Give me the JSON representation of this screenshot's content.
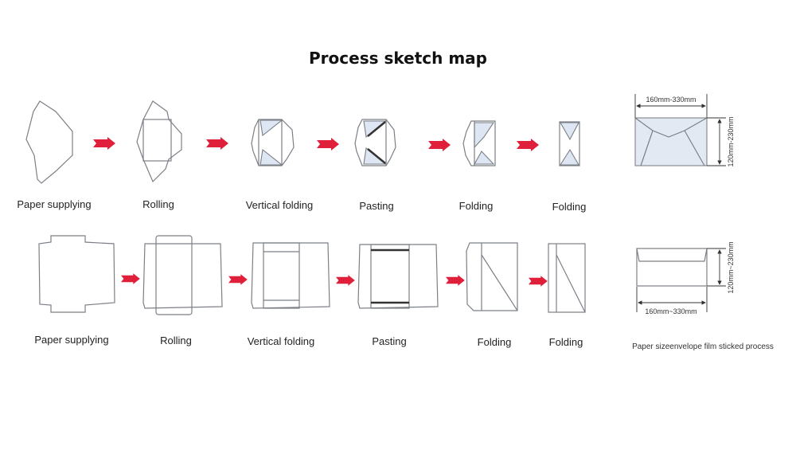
{
  "title": "Process sketch map",
  "row1": {
    "labels": [
      "Paper supplying",
      "Rolling",
      "Vertical folding",
      "Pasting",
      "Folding",
      "Folding"
    ]
  },
  "row2": {
    "labels": [
      "Paper supplying",
      "Rolling",
      "Vertical folding",
      "Pasting",
      "Folding",
      "Folding"
    ]
  },
  "sizes": {
    "width_top": "160mm-330mm",
    "height_top": "120mm-230mm",
    "width_bottom": "160mm~330mm",
    "height_bottom": "120mm~230mm",
    "caption": "Paper sizeenvelope film sticked process"
  },
  "colors": {
    "arrow": "#e0203a",
    "fill": "#dde6f2"
  }
}
